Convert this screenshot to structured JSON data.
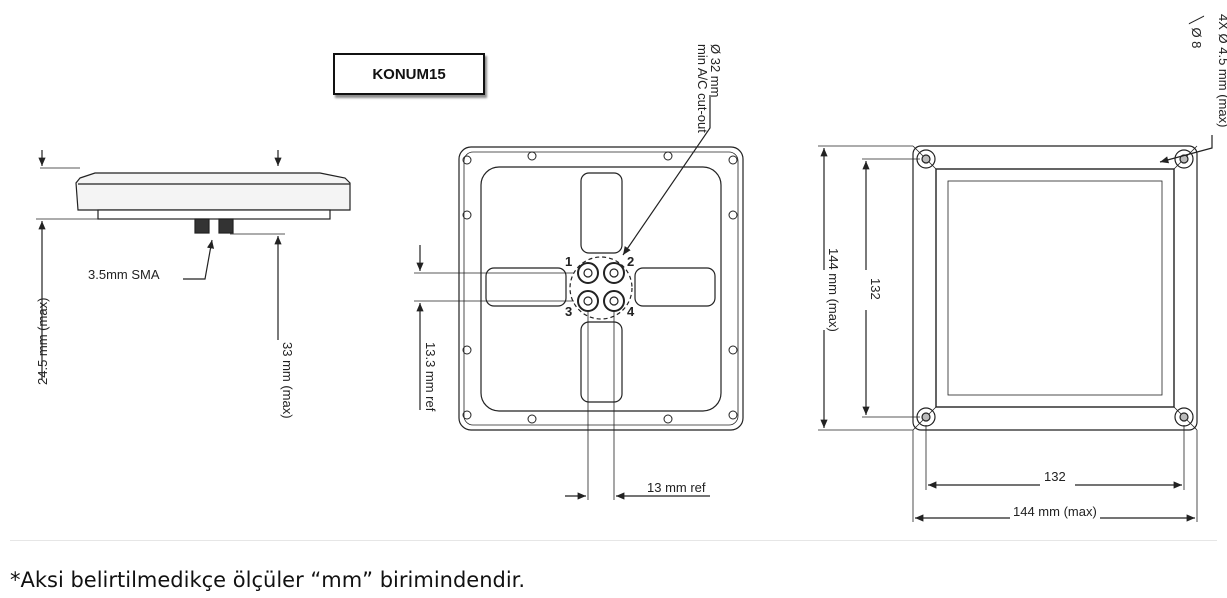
{
  "title_box": "KONUM15",
  "labels": {
    "sma": "3.5mm SMA",
    "side_height_total": "24.5 mm (max)",
    "side_height_conn": "33 mm (max)",
    "cutout_line1": "Ø 32 mm",
    "cutout_line2": "min A/C cut-out",
    "vert_ref": "13.3 mm ref",
    "horiz_ref": "13 mm ref",
    "holes_line1": "4X Ø 4.5 mm (max)",
    "holes_line2": "╲ Ø 8",
    "height_max": "144 mm (max)",
    "height_inner": "132",
    "width_inner": "132",
    "width_max": "144 mm (max)",
    "port_1": "1",
    "port_2": "2",
    "port_3": "3",
    "port_4": "4"
  },
  "footnote": "*Aksi belirtilmedikçe ölçüler “mm” birimindendir."
}
